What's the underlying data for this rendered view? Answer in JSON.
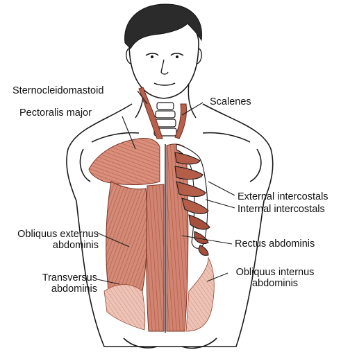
{
  "diagram": {
    "labels": {
      "sternocleidomastoid": "Sternocleidomastoid",
      "scalenes": "Scalenes",
      "pectoralis_major": "Pectoralis major",
      "external_intercostals": "External intercostals",
      "internal_intercostals": "Internal intercostals",
      "obliquus_externus_line1": "Obliquus externus",
      "obliquus_externus_line2": "abdominis",
      "rectus_abdominis": "Rectus abdominis",
      "transversus_line1": "Transversus",
      "transversus_line2": "abdominis",
      "obliquus_internus_line1": "Obliquus internus",
      "obliquus_internus_line2": "abdominis"
    },
    "colors": {
      "muscle": "#c0705c",
      "muscle_light": "#e2ad9c",
      "muscle_dark": "#8a3324",
      "outline": "#1a1a1a",
      "hair": "#2b2b2b"
    }
  }
}
